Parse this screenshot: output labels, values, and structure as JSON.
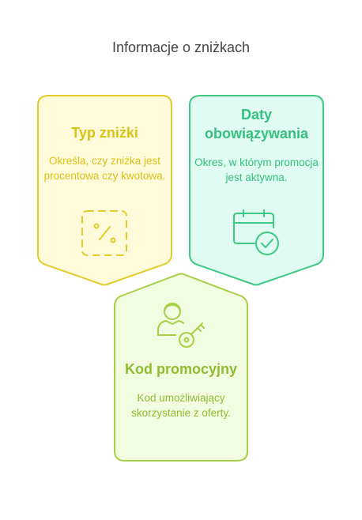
{
  "title": "Informacje o zniżkach",
  "cards": [
    {
      "title": "Typ zniżki",
      "description": "Określa, czy zniżka jest procentowa czy kwotowa.",
      "icon": "percent-tag-icon",
      "fill": "#fffad9",
      "stroke": "#e0cc2a",
      "text_color": "#d7c316"
    },
    {
      "title": "Daty obowiązywania",
      "description": "Okres, w którym promocja jest aktywna.",
      "icon": "calendar-check-icon",
      "fill": "#e0fbf1",
      "stroke": "#3ec884",
      "text_color": "#35c07d"
    },
    {
      "title": "Kod promocyjny",
      "description": "Kod umożliwiający skorzystanie z oferty.",
      "icon": "person-key-icon",
      "fill": "#f2fce0",
      "stroke": "#a7cf45",
      "text_color": "#8fbc31"
    }
  ]
}
